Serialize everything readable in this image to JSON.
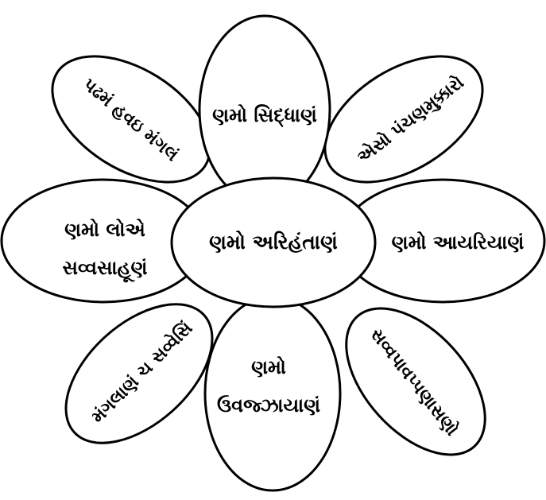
{
  "colors": {
    "stroke": "#000000",
    "fill": "#ffffff",
    "text": "#000000"
  },
  "center": {
    "label": "ણમો અરિહંતાણં"
  },
  "petals": {
    "top": {
      "lines": [
        "ણમો સિદ્ધાણં"
      ]
    },
    "top_right": {
      "lines": [
        "એસો પંચણમુક્કારો"
      ]
    },
    "right": {
      "lines": [
        "ણમો આયરિયાણં"
      ]
    },
    "bottom_right": {
      "lines": [
        "સવ્વપાવપ્પણાસણો"
      ]
    },
    "bottom": {
      "lines": [
        "ણમો",
        "ઉવજ્ઝાયાણં"
      ]
    },
    "bottom_left": {
      "lines": [
        "મંગલાણં ચ સવ્વેસિં"
      ]
    },
    "left": {
      "lines": [
        "ણમો લોએ",
        "સવ્વસાહૂણં"
      ]
    },
    "top_left": {
      "lines": [
        "પઢમં હવઇ મંગલં"
      ]
    }
  }
}
